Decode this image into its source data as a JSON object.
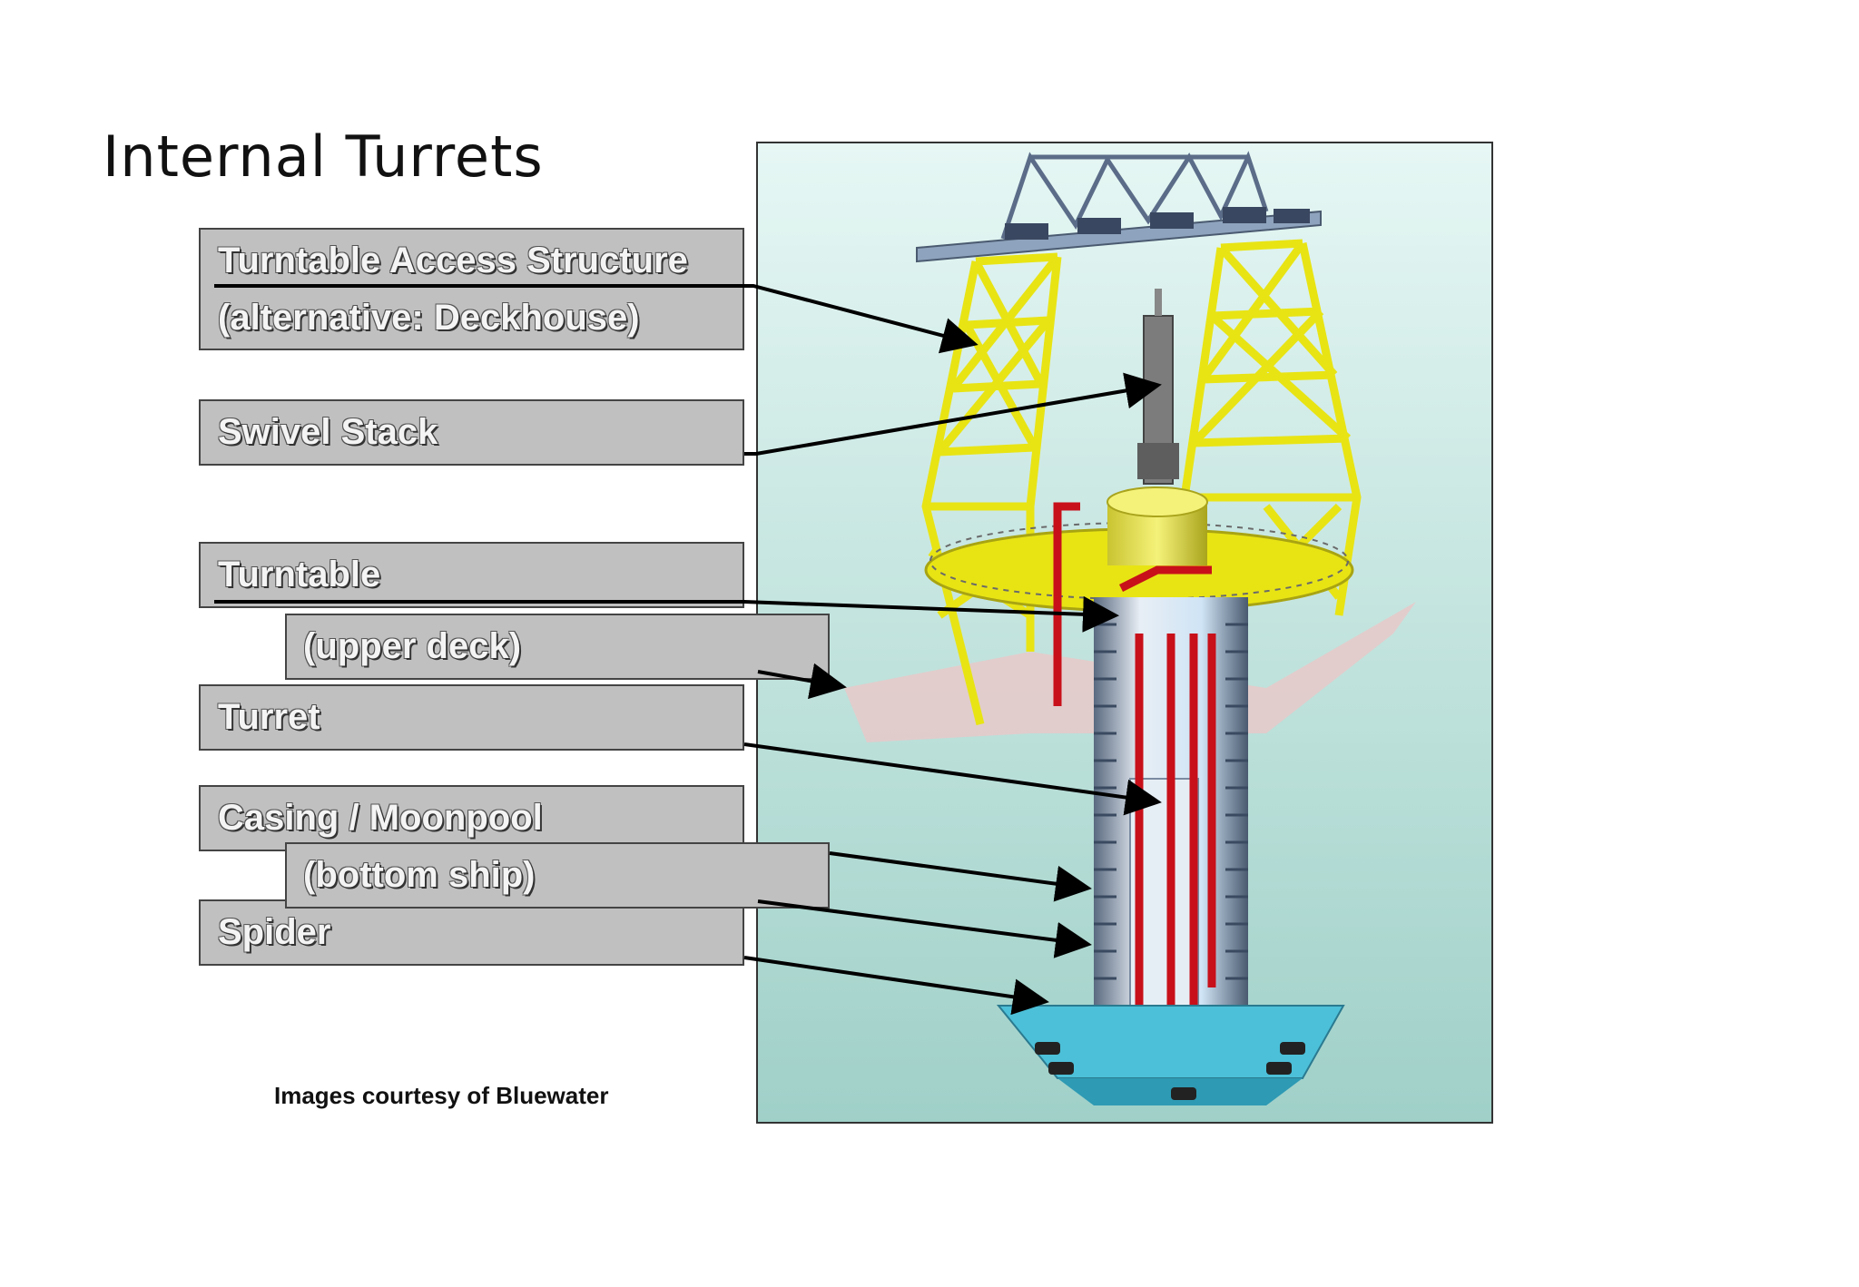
{
  "slide": {
    "title": "Internal Turrets",
    "credit": "Images courtesy of Bluewater"
  },
  "labels": {
    "access_structure": "Turntable Access Structure",
    "access_alternative": "(alternative: Deckhouse)",
    "swivel_stack": "Swivel Stack",
    "turntable": "Turntable",
    "upper_deck": "(upper deck)",
    "turret": "Turret",
    "casing": "Casing / Moonpool",
    "bottom_ship": "(bottom ship)",
    "spider": "Spider"
  },
  "colors": {
    "label_fill": "#c0c0c0",
    "structure_yellow": "#f2ee1c",
    "pipe_red": "#c8101a",
    "background_teal": "#bfe6e0",
    "deck_pink": "#e7c9c9"
  }
}
